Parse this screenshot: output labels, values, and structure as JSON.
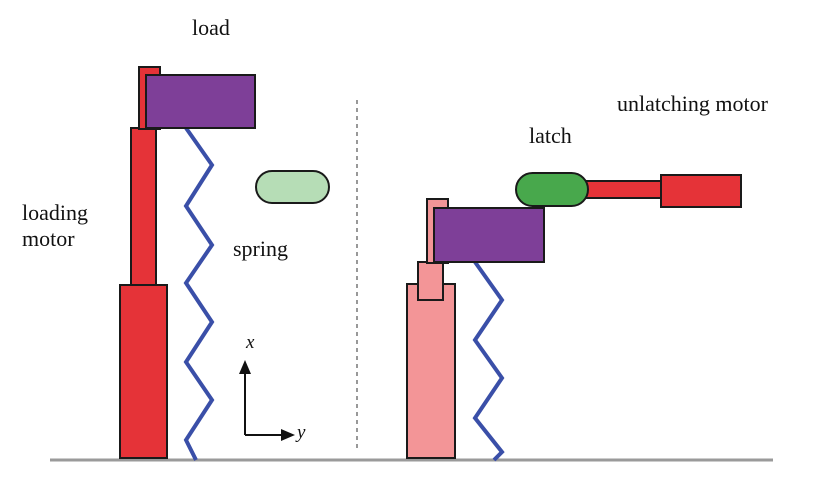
{
  "labels": {
    "load": "load",
    "loading_motor_line1": "loading",
    "loading_motor_line2": "motor",
    "spring": "spring",
    "latch": "latch",
    "unlatching_motor": "unlatching motor",
    "axis_x": "x",
    "axis_y": "y"
  },
  "colors": {
    "motor_red": "#e53338",
    "motor_red_faded": "#f39597",
    "load_purple": "#7e3f98",
    "latch_green": "#48a84c",
    "latch_green_faded": "#b6ddb6",
    "spring_blue": "#3a4fa8",
    "ground_gray": "#9a9a9a",
    "outline": "#1a1a1a"
  }
}
